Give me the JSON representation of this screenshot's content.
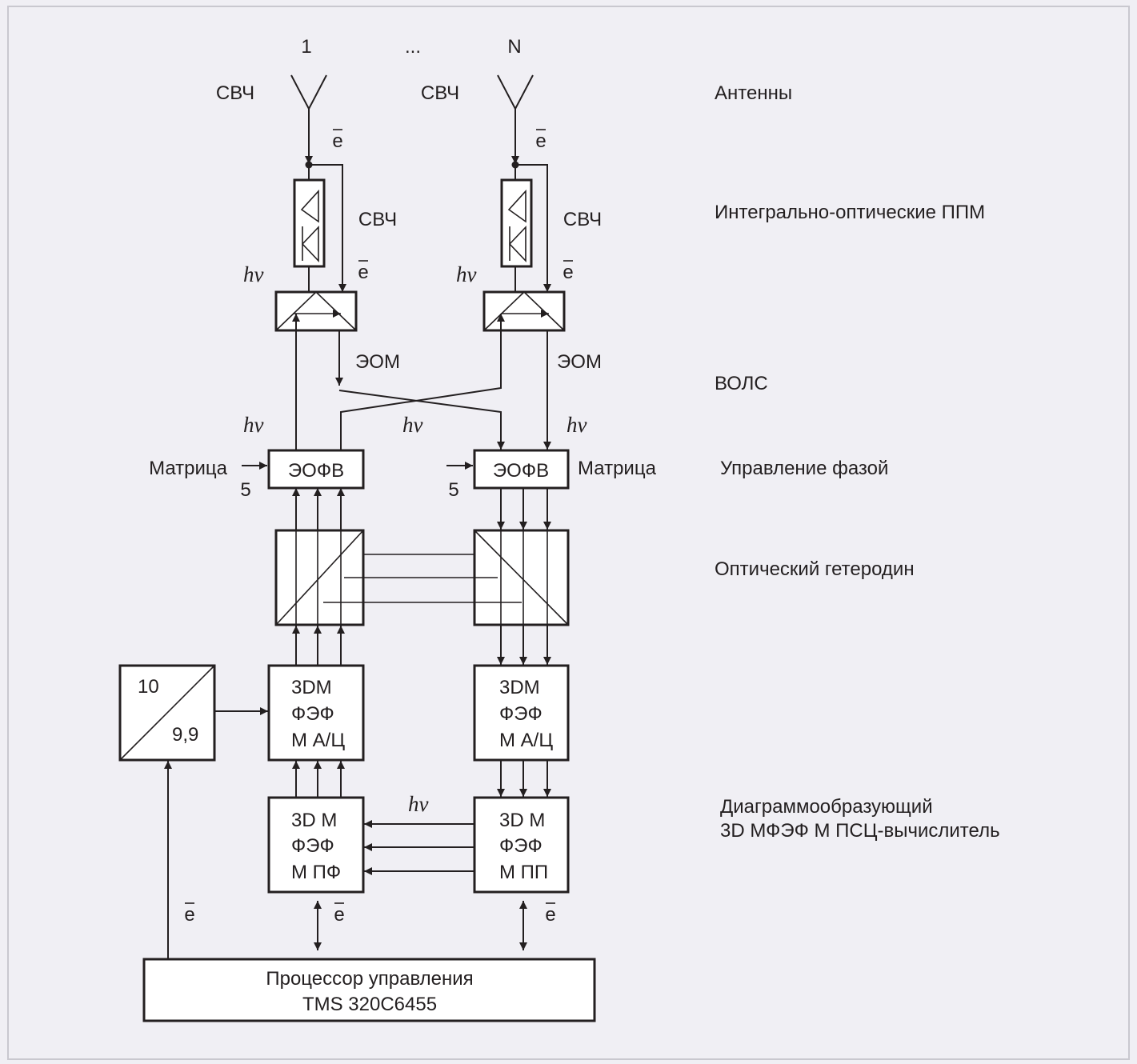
{
  "antennas": {
    "first": "1",
    "ellipsis": "...",
    "last": "N"
  },
  "labels": {
    "svch": "СВЧ",
    "e_vec": "e",
    "hv_h": "h",
    "hv_nu": "ν",
    "eom": "ЭОМ",
    "matrix": "Матрица",
    "five": "5"
  },
  "blocks": {
    "eofv": "ЭОФВ",
    "adc": [
      "3DM",
      "ФЭФ",
      "М А/Ц"
    ],
    "pf": [
      "3D М",
      "ФЭФ",
      "М ПФ"
    ],
    "pp": [
      "3D М",
      "ФЭФ",
      "М ПП"
    ],
    "divider_top": "10",
    "divider_bottom": "9,9",
    "processor": [
      "Процессор управления",
      "TMS 320C6455"
    ]
  },
  "right_labels": {
    "antennas": "Антенны",
    "ppm": "Интегрально-оптические ППМ",
    "vols": "ВОЛС",
    "phase": "Управление фазой",
    "heterodyne": "Оптический гетеродин",
    "dfm_1": "Диаграммообразующий",
    "dfm_2": "3D МФЭФ М ПСЦ-вычислитель"
  },
  "colors": {
    "background": "#f0eff4",
    "frame": "#c9c8cf",
    "ink": "#231f20",
    "block_fill": "#ffffff"
  }
}
